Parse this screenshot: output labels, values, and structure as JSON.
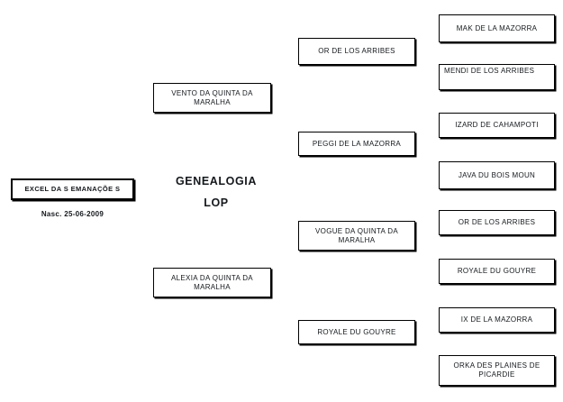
{
  "title": {
    "line1": "GENEALOGIA",
    "line2": "LOP"
  },
  "subject": {
    "name": "EXCEL DA S EMANAÇÕE S",
    "birth_label": "Nasc. 25-06-2009"
  },
  "tree": {
    "parents": [
      {
        "name": "VENTO DA QUINTA DA MARALHA"
      },
      {
        "name": "ALEXIA DA QUINTA DA MARALHA"
      }
    ],
    "grandparents": [
      {
        "name": "OR DE LOS ARRIBES"
      },
      {
        "name": "PEGGI DE LA MAZORRA"
      },
      {
        "name": "VOGUE DA QUINTA DA MARALHA"
      },
      {
        "name": "ROYALE DU GOUYRE"
      }
    ],
    "great_grandparents": [
      {
        "name": "MAK DE LA MAZORRA"
      },
      {
        "name": "MENDI DE LOS ARRIBES"
      },
      {
        "name": "IZARD DE CAHAMPOTI"
      },
      {
        "name": "JAVA DU BOIS MOUN"
      },
      {
        "name": "OR DE LOS ARRIBES"
      },
      {
        "name": "ROYALE DU GOUYRE"
      },
      {
        "name": "IX DE LA MAZORRA"
      },
      {
        "name": "ORKA DES PLAINES DE PICARDIE"
      }
    ]
  },
  "colors": {
    "background": "#ffffff",
    "box_border": "#000000",
    "text": "#14181c"
  }
}
